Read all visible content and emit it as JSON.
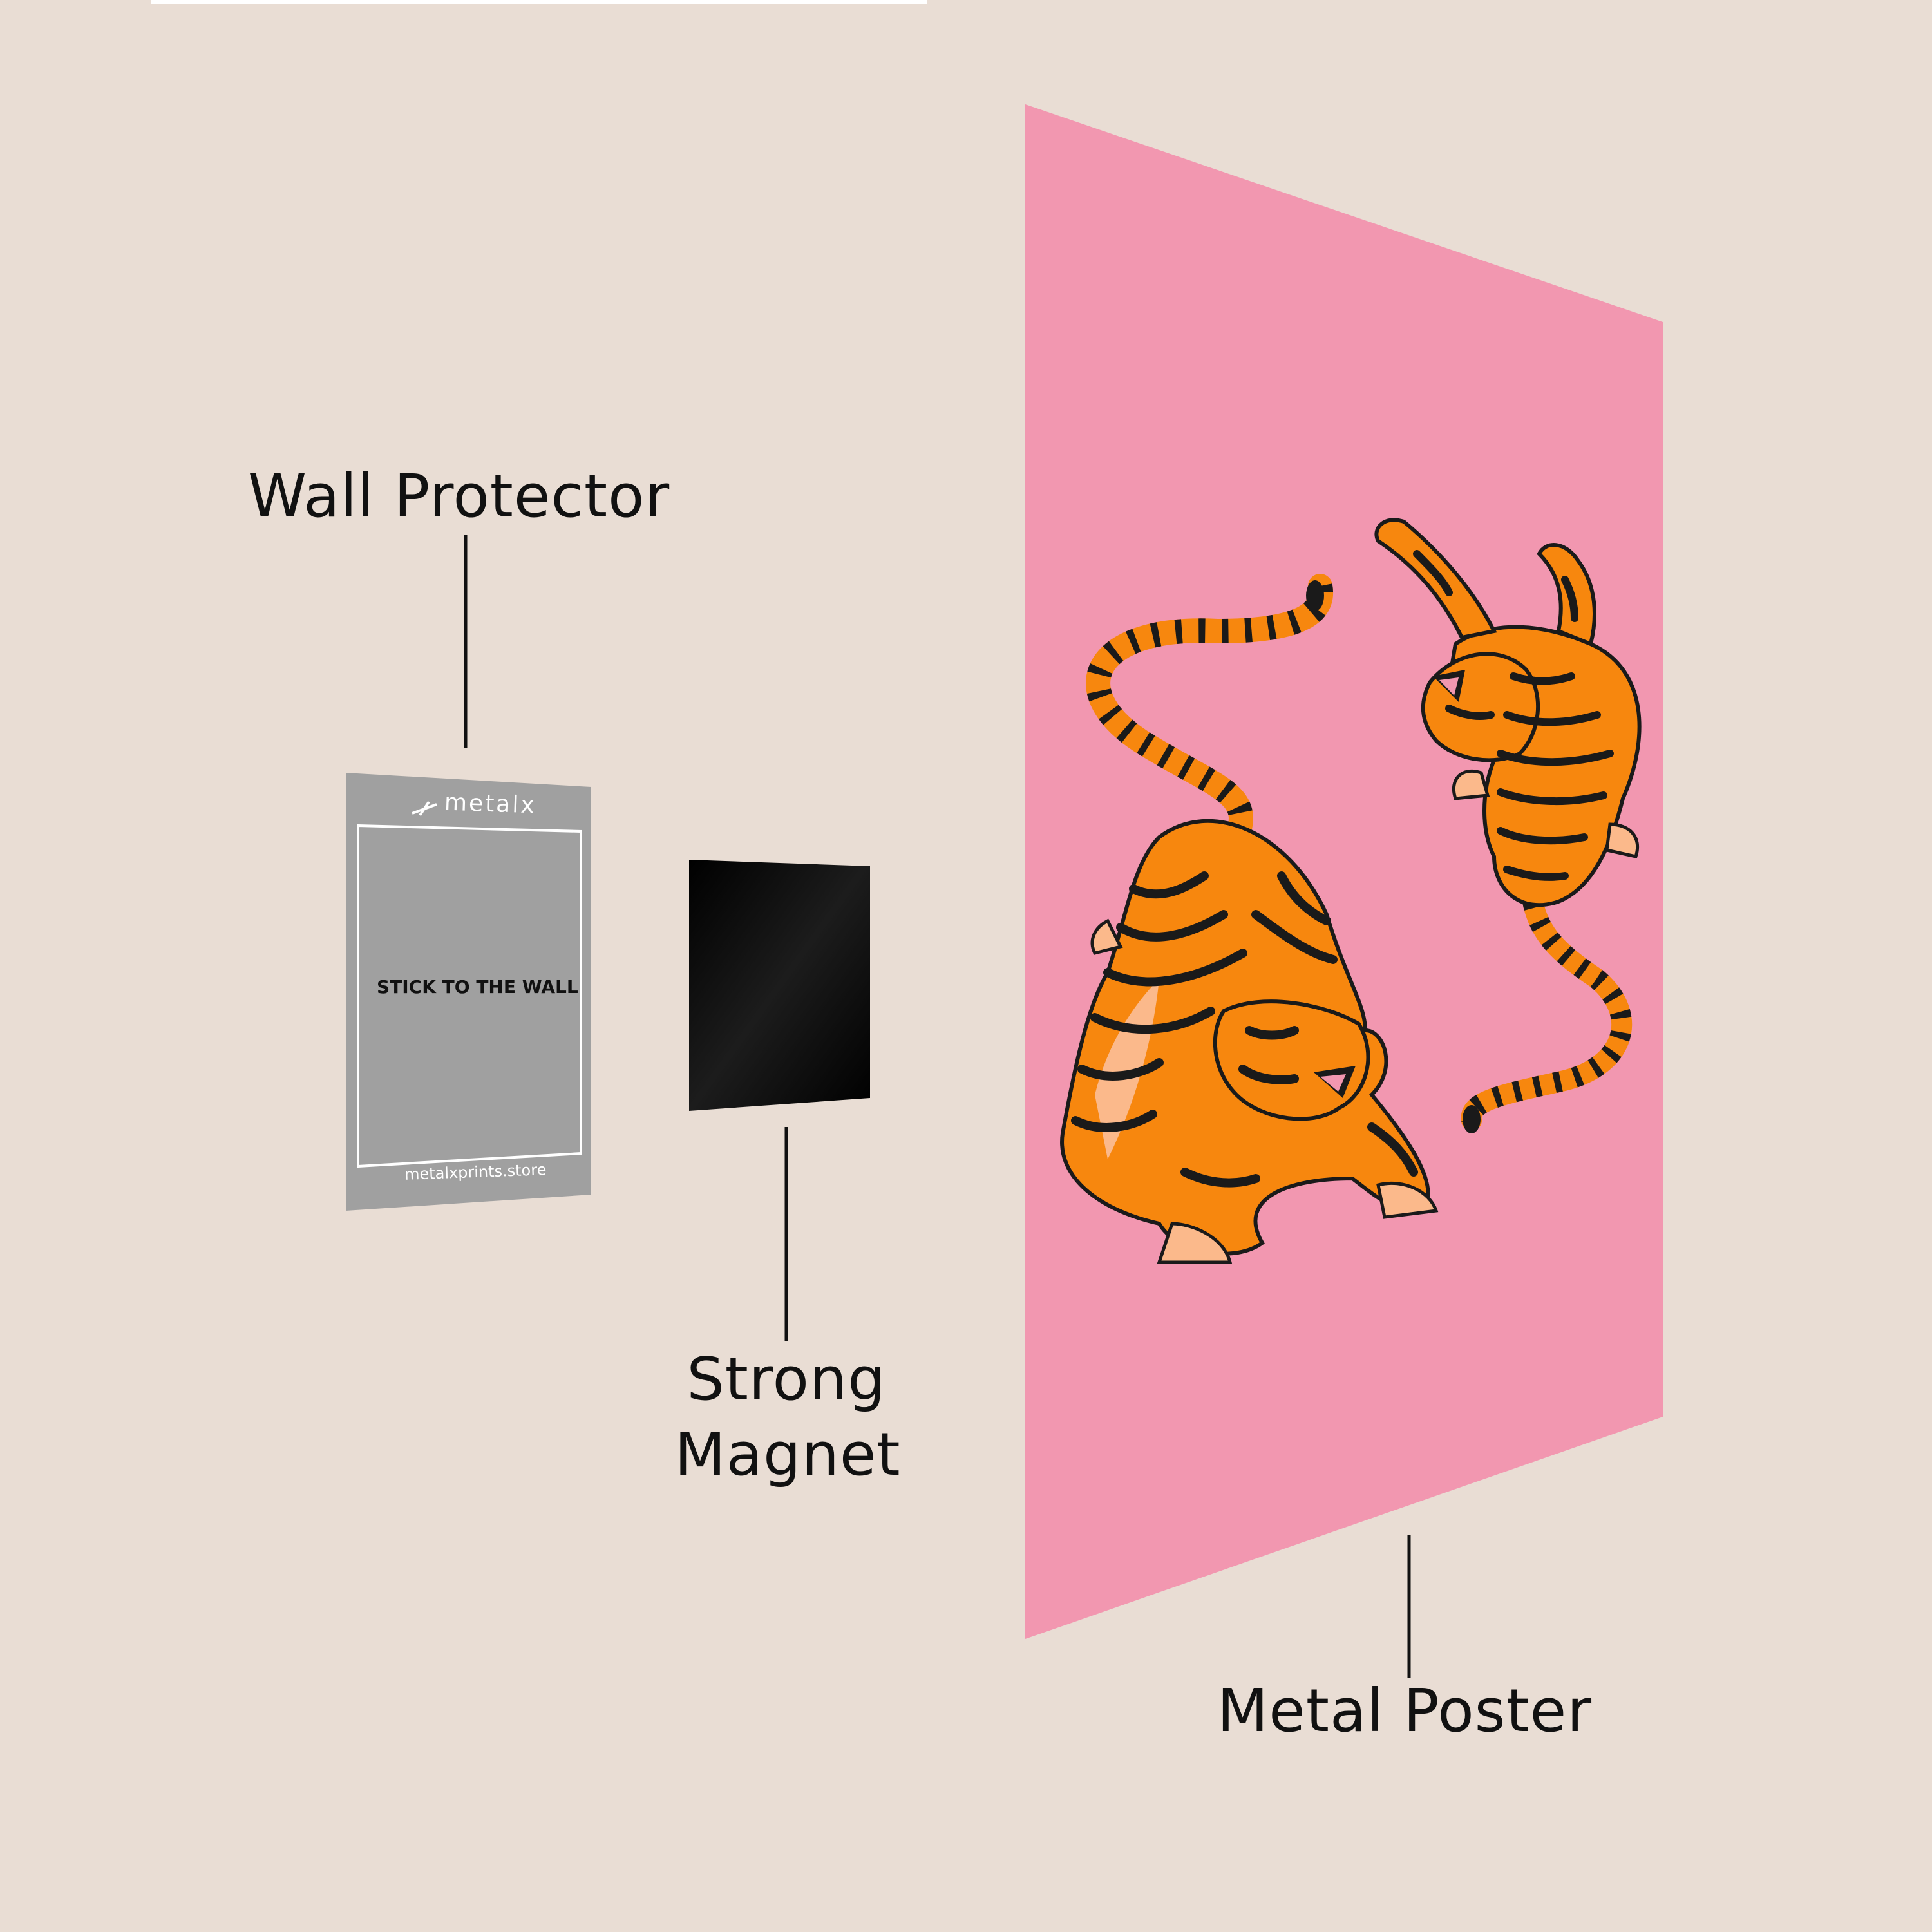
{
  "labels": {
    "wall_protector": "Wall Protector",
    "strong_magnet_line1": "Strong",
    "strong_magnet_line2": "Magnet",
    "metal_poster": "Metal Poster"
  },
  "wall_protector_card": {
    "brand": "metalx",
    "instruction": "STICK TO THE WALL",
    "website": "metalxprints.store"
  },
  "icons": {
    "brand_logo": "metalx-logo-icon",
    "tiger_art": "tiger-illustration-icon"
  },
  "colors": {
    "background": "#e9ddd4",
    "poster": "#f297b0",
    "protector": "#a0a0a0",
    "magnet": "#050505",
    "tiger_orange": "#f7870e",
    "tiger_light": "#fbb98b",
    "stripe": "#1a1a1a",
    "text": "#111111"
  }
}
